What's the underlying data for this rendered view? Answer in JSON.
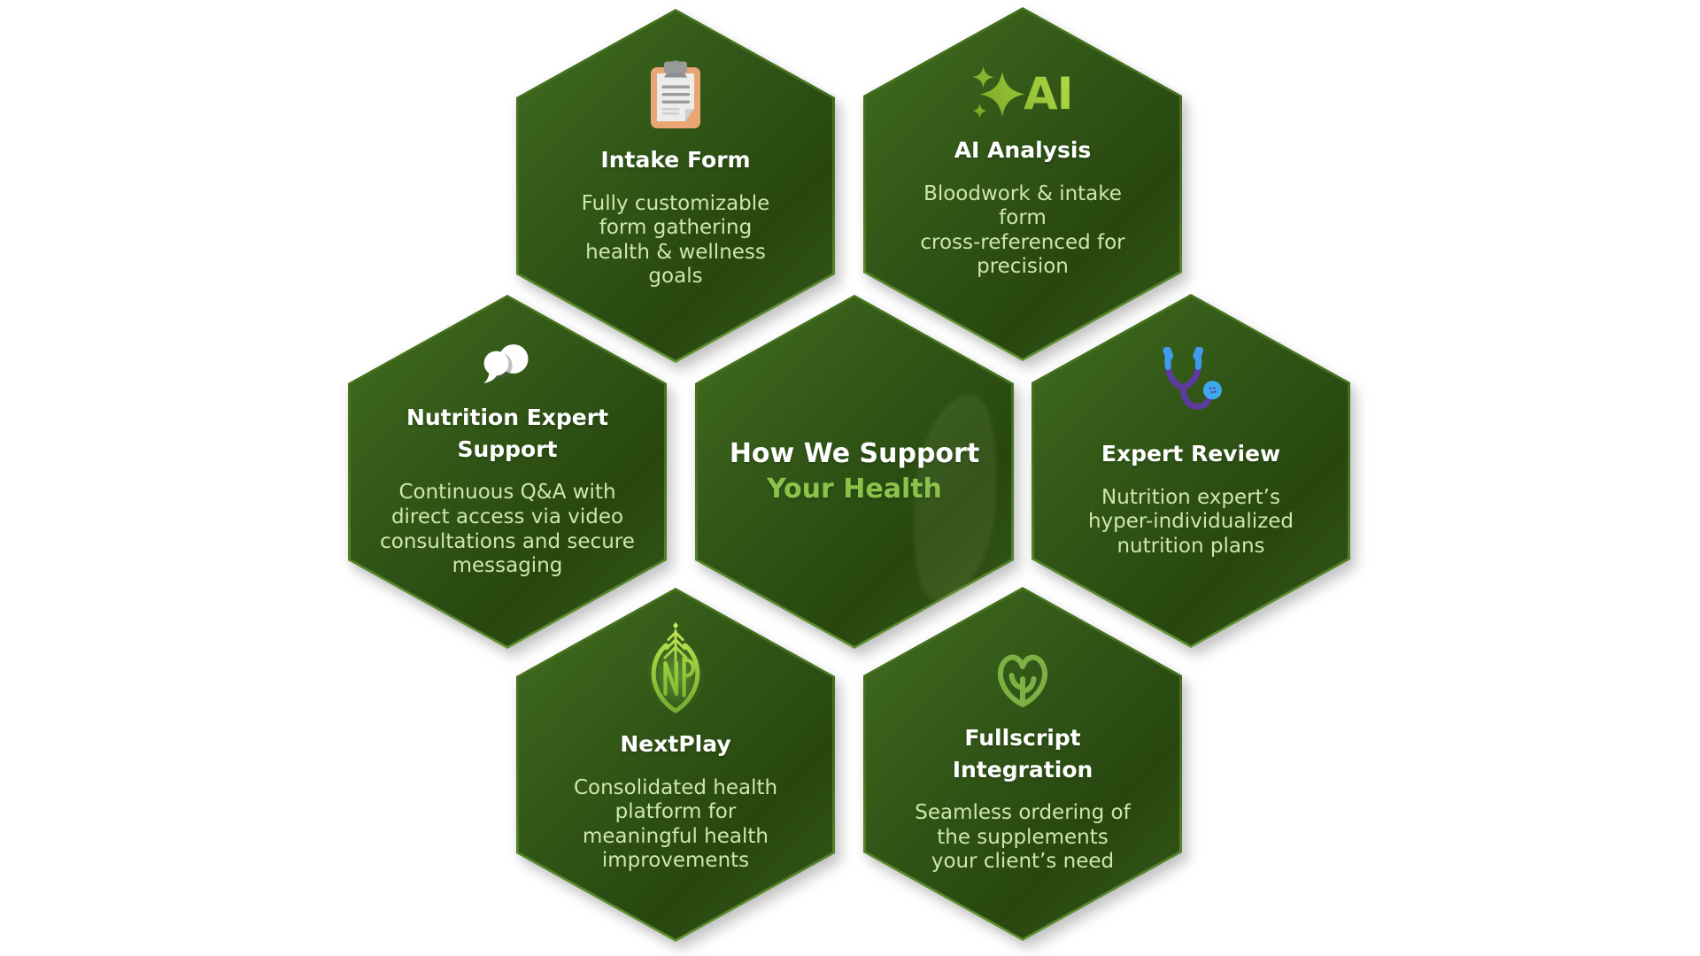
{
  "page": {
    "background": "#ffffff"
  },
  "center_hex": {
    "title_line1": "How We Support",
    "title_line2": "Your Health",
    "accent_color": "#8bc34a"
  },
  "hexes": [
    {
      "id": "intake-form",
      "icon": "clipboard-icon",
      "title": "Intake Form",
      "body": "Fully customizable\nform gathering\nhealth & wellness\ngoals"
    },
    {
      "id": "ai-analysis",
      "icon": "ai-sparkles-icon",
      "title": "AI Analysis",
      "body": "Bloodwork & intake\nform\ncross-referenced for\nprecision"
    },
    {
      "id": "nutrition-expert-support",
      "icon": "chat-bubbles-icon",
      "title": "Nutrition Expert\nSupport",
      "body": "Continuous Q&A with\ndirect access via video\nconsultations and secure\nmessaging"
    },
    {
      "id": "expert-review",
      "icon": "stethoscope-icon",
      "title": "Expert Review",
      "body": "Nutrition expert’s\nhyper-individualized\nnutrition plans"
    },
    {
      "id": "nextplay",
      "icon": "nextplay-leaf-logo-icon",
      "title": "NextPlay",
      "body": "Consolidated health\nplatform for\nmeaningful health\nimprovements"
    },
    {
      "id": "fullscript-integration",
      "icon": "fullscript-leaf-icon",
      "title": "Fullscript\nIntegration",
      "body": "Seamless ordering of\nthe supplements\nyour client’s need"
    }
  ],
  "colors": {
    "hex_gradient_light": "#416d1f",
    "hex_gradient_dark": "#27470f",
    "hex_edge": "#609231",
    "body_text": "#cfe6ac",
    "title_text": "#ffffff"
  }
}
